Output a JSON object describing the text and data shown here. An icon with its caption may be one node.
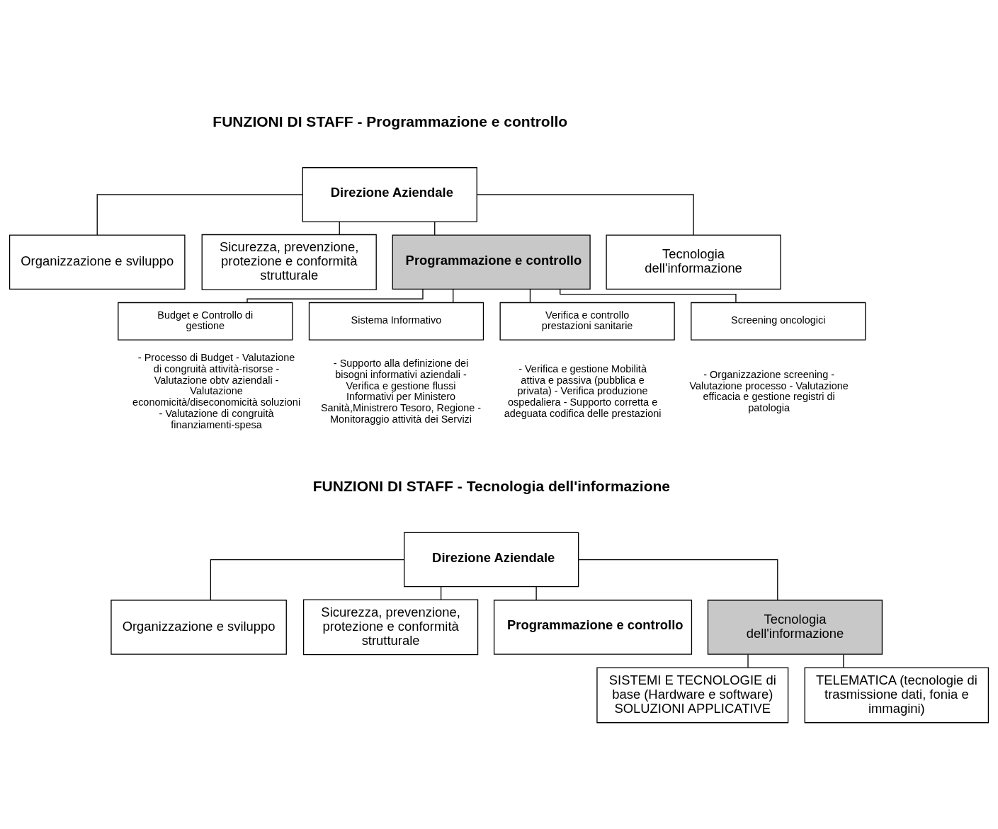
{
  "diagram": {
    "nodes": [
      {
        "text": [
          "Direzione Aziendale"
        ]
      },
      {
        "text": [
          "Organizzazione e sviluppo"
        ]
      },
      {
        "text": [
          "Sicurezza, prevenzione, protezione e conformità strutturale"
        ]
      },
      {
        "text": [
          "Programmazione e controllo"
        ]
      },
      {
        "text": [
          "Tecnologia dell'informazione"
        ]
      },
      {
        "text": [
          "Budget e Controllo di gestione"
        ],
        "beside": [
          "- Processo di Budget - Valutazione di congruità attività-risorse - Valutazione obtv aziendali - Valutazione economicità/diseconomicità soluzioni - Valutazione di congruità finanziamenti-spesa"
        ]
      },
      {
        "text": [
          "Sistema Informativo"
        ],
        "beside": [
          "- Supporto alla definizione dei bisogni informativi aziendali - Verifica e gestione flussi Informativi per Ministero Sanità,Ministrero Tesoro, Regione - Monitoraggio attività dei Servizi"
        ]
      },
      {
        "text": [
          "Verifica e controllo prestazioni sanitarie"
        ],
        "beside": [
          "- Verifica e gestione Mobilità attiva e passiva (pubblica e privata) - Verifica produzione ospedaliera - Supporto corretta e adeguata codifica delle prestazioni"
        ]
      },
      {
        "text": [
          "Screening oncologici"
        ],
        "beside": [
          "- Organizzazione screening - Valutazione processo - Valutazione efficacia e gestione registri di patologia"
        ]
      },
      {
        "text": [
          "Direzione Aziendale"
        ]
      },
      {
        "text": [
          "Organizzazione e sviluppo"
        ]
      },
      {
        "text": [
          "Sicurezza, prevenzione, protezione e conformità strutturale"
        ]
      },
      {
        "text": [
          "Programmazione e controllo"
        ]
      },
      {
        "text": [
          "Tecnologia dell'informazione"
        ]
      },
      {
        "text": [
          "SISTEMI E TECNOLOGIE di base (Hardware e software) SOLUZIONI APPLICATIVE"
        ]
      },
      {
        "text": [
          "TELEMATICA (tecnologie di trasmissione dati, fonia e immagini)"
        ]
      }
    ],
    "edges": [
      {
        "from": 0,
        "to": 1,
        "arrow": "none"
      },
      {
        "from": 0,
        "to": 2,
        "arrow": "none"
      },
      {
        "from": 0,
        "to": 3,
        "arrow": "none"
      },
      {
        "from": 0,
        "to": 4,
        "arrow": "none"
      },
      {
        "from": 3,
        "to": 5,
        "arrow": "none"
      },
      {
        "from": 3,
        "to": 6,
        "arrow": "none"
      },
      {
        "from": 3,
        "to": 7,
        "arrow": "none"
      },
      {
        "from": 3,
        "to": 8,
        "arrow": "none"
      },
      {
        "from": 9,
        "to": 10,
        "arrow": "none"
      },
      {
        "from": 9,
        "to": 11,
        "arrow": "none"
      },
      {
        "from": 9,
        "to": 12,
        "arrow": "none"
      },
      {
        "from": 9,
        "to": 13,
        "arrow": "none"
      },
      {
        "from": 13,
        "to": 14,
        "arrow": "none"
      },
      {
        "from": 13,
        "to": 15,
        "arrow": "none"
      }
    ],
    "labels": [
      "FUNZIONI DI STAFF - Programmazione e controllo",
      "FUNZIONI DI STAFF - Tecnologia dell'informazione"
    ]
  }
}
